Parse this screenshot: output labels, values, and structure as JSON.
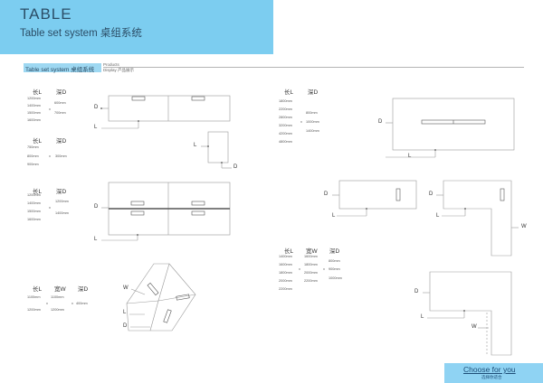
{
  "header": {
    "title": "TABLE",
    "subtitle": "Table set system 桌组系统"
  },
  "section": {
    "label": "Table set system 桌组系统",
    "products": "Products",
    "display": "Display 产品展示"
  },
  "letters": {
    "length": "L",
    "depth": "D",
    "width": "W"
  },
  "specs": {
    "set1": {
      "len_header": "长L",
      "dep_header": "深D",
      "len_values": [
        "1200mm",
        "1400mm",
        "1500mm",
        "1600mm"
      ],
      "dep_values": [
        "600mm",
        "700mm"
      ]
    },
    "set2": {
      "len_header": "长L",
      "dep_header": "深D",
      "len_values": [
        "750mm",
        "800mm",
        "900mm"
      ],
      "dep_values": [
        "300mm"
      ]
    },
    "set3": {
      "len_header": "长L",
      "dep_header": "深D",
      "len_values": [
        "1200mm",
        "1400mm",
        "1500mm",
        "1600mm"
      ],
      "dep_values": [
        "1200mm",
        "1400mm"
      ]
    },
    "set4": {
      "len_header": "长L",
      "wid_header": "宽W",
      "dep_header": "深D",
      "len_values": [
        "1100mm",
        "1200mm"
      ],
      "wid_values": [
        "1100mm",
        "1200mm"
      ],
      "dep_values": [
        "400mm"
      ]
    },
    "set5": {
      "len_header": "长L",
      "dep_header": "深D",
      "len_values": [
        "1800mm",
        "2200mm",
        "2800mm",
        "3200mm",
        "4200mm",
        "4800mm"
      ],
      "dep_values": [
        "800mm",
        "1000mm",
        "1400mm"
      ]
    },
    "set6": {
      "len_header": "长L",
      "wid_header": "宽W",
      "dep_header": "深D",
      "len_values": [
        "1400mm",
        "1600mm",
        "1800mm",
        "2000mm",
        "2200mm"
      ],
      "wid_values": [
        "1600mm",
        "1800mm",
        "2000mm",
        "2200mm"
      ],
      "dep_values": [
        "800mm",
        "900mm",
        "1000mm"
      ]
    }
  },
  "cta": {
    "label": "Choose for you",
    "sub": "选择你适合"
  }
}
